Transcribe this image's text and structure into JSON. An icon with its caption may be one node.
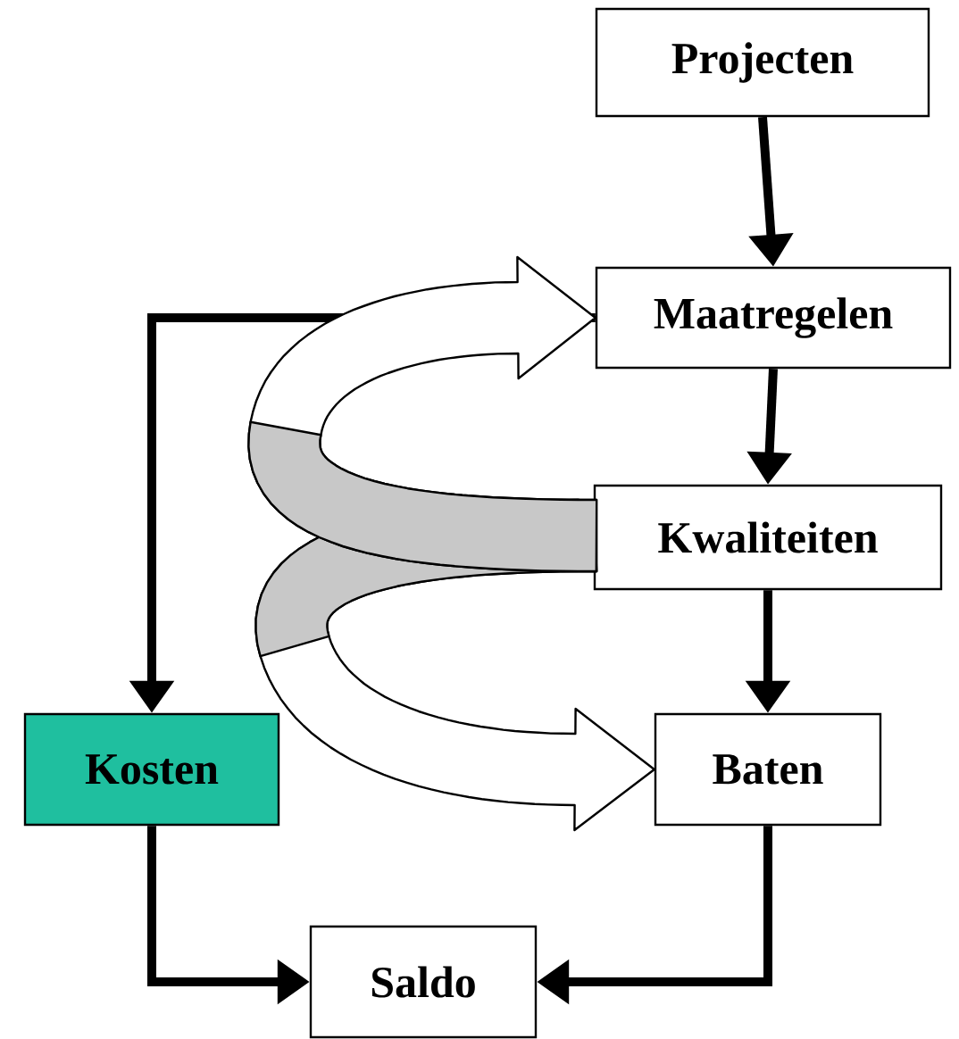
{
  "diagram": {
    "nodes": [
      {
        "text": [
          "Projecten"
        ]
      },
      {
        "text": [
          "Maatregelen"
        ]
      },
      {
        "text": [
          "Kwaliteiten"
        ]
      },
      {
        "text": [
          "Kosten"
        ]
      },
      {
        "text": [
          "Baten"
        ]
      },
      {
        "text": [
          "Saldo"
        ]
      }
    ],
    "edges": [
      {
        "from": 0,
        "to": 1,
        "arrow": "to"
      },
      {
        "from": 1,
        "to": 2,
        "arrow": "to"
      },
      {
        "from": 2,
        "to": 4,
        "arrow": "to"
      },
      {
        "from": 1,
        "to": 3,
        "arrow": "to"
      },
      {
        "from": 3,
        "to": 5,
        "arrow": "to"
      },
      {
        "from": 4,
        "to": 5,
        "arrow": "to"
      },
      {
        "from": 2,
        "to": 4,
        "arrow": "to"
      },
      {
        "from": 2,
        "to": 1,
        "arrow": "to"
      }
    ]
  }
}
